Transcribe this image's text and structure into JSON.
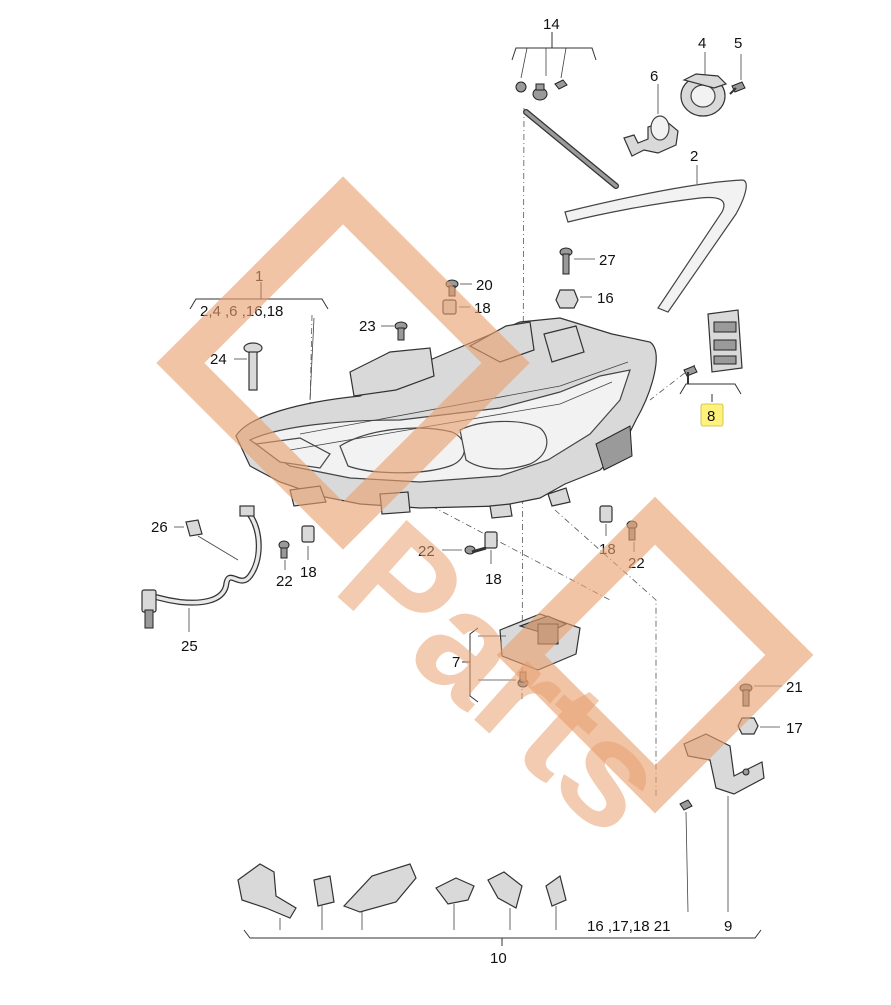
{
  "diagram": {
    "callouts": {
      "c1": "1",
      "c1_list": "2,4 ,6 ,16,18",
      "c2": "2",
      "c4": "4",
      "c5": "5",
      "c6": "6",
      "c7": "7",
      "c8": "8",
      "c9": "9",
      "c10": "10",
      "c10_list": "16 ,17,18 21",
      "c14": "14",
      "c16": "16",
      "c17": "17",
      "c18a": "18",
      "c18b": "18",
      "c18c": "18",
      "c18d": "18",
      "c20": "20",
      "c21": "21",
      "c22a": "22",
      "c22b": "22",
      "c22c": "22",
      "c23": "23",
      "c24": "24",
      "c25": "25",
      "c26": "26",
      "c27": "27"
    },
    "highlight_color": "#fff27a",
    "watermark_color": "#e8a070"
  }
}
